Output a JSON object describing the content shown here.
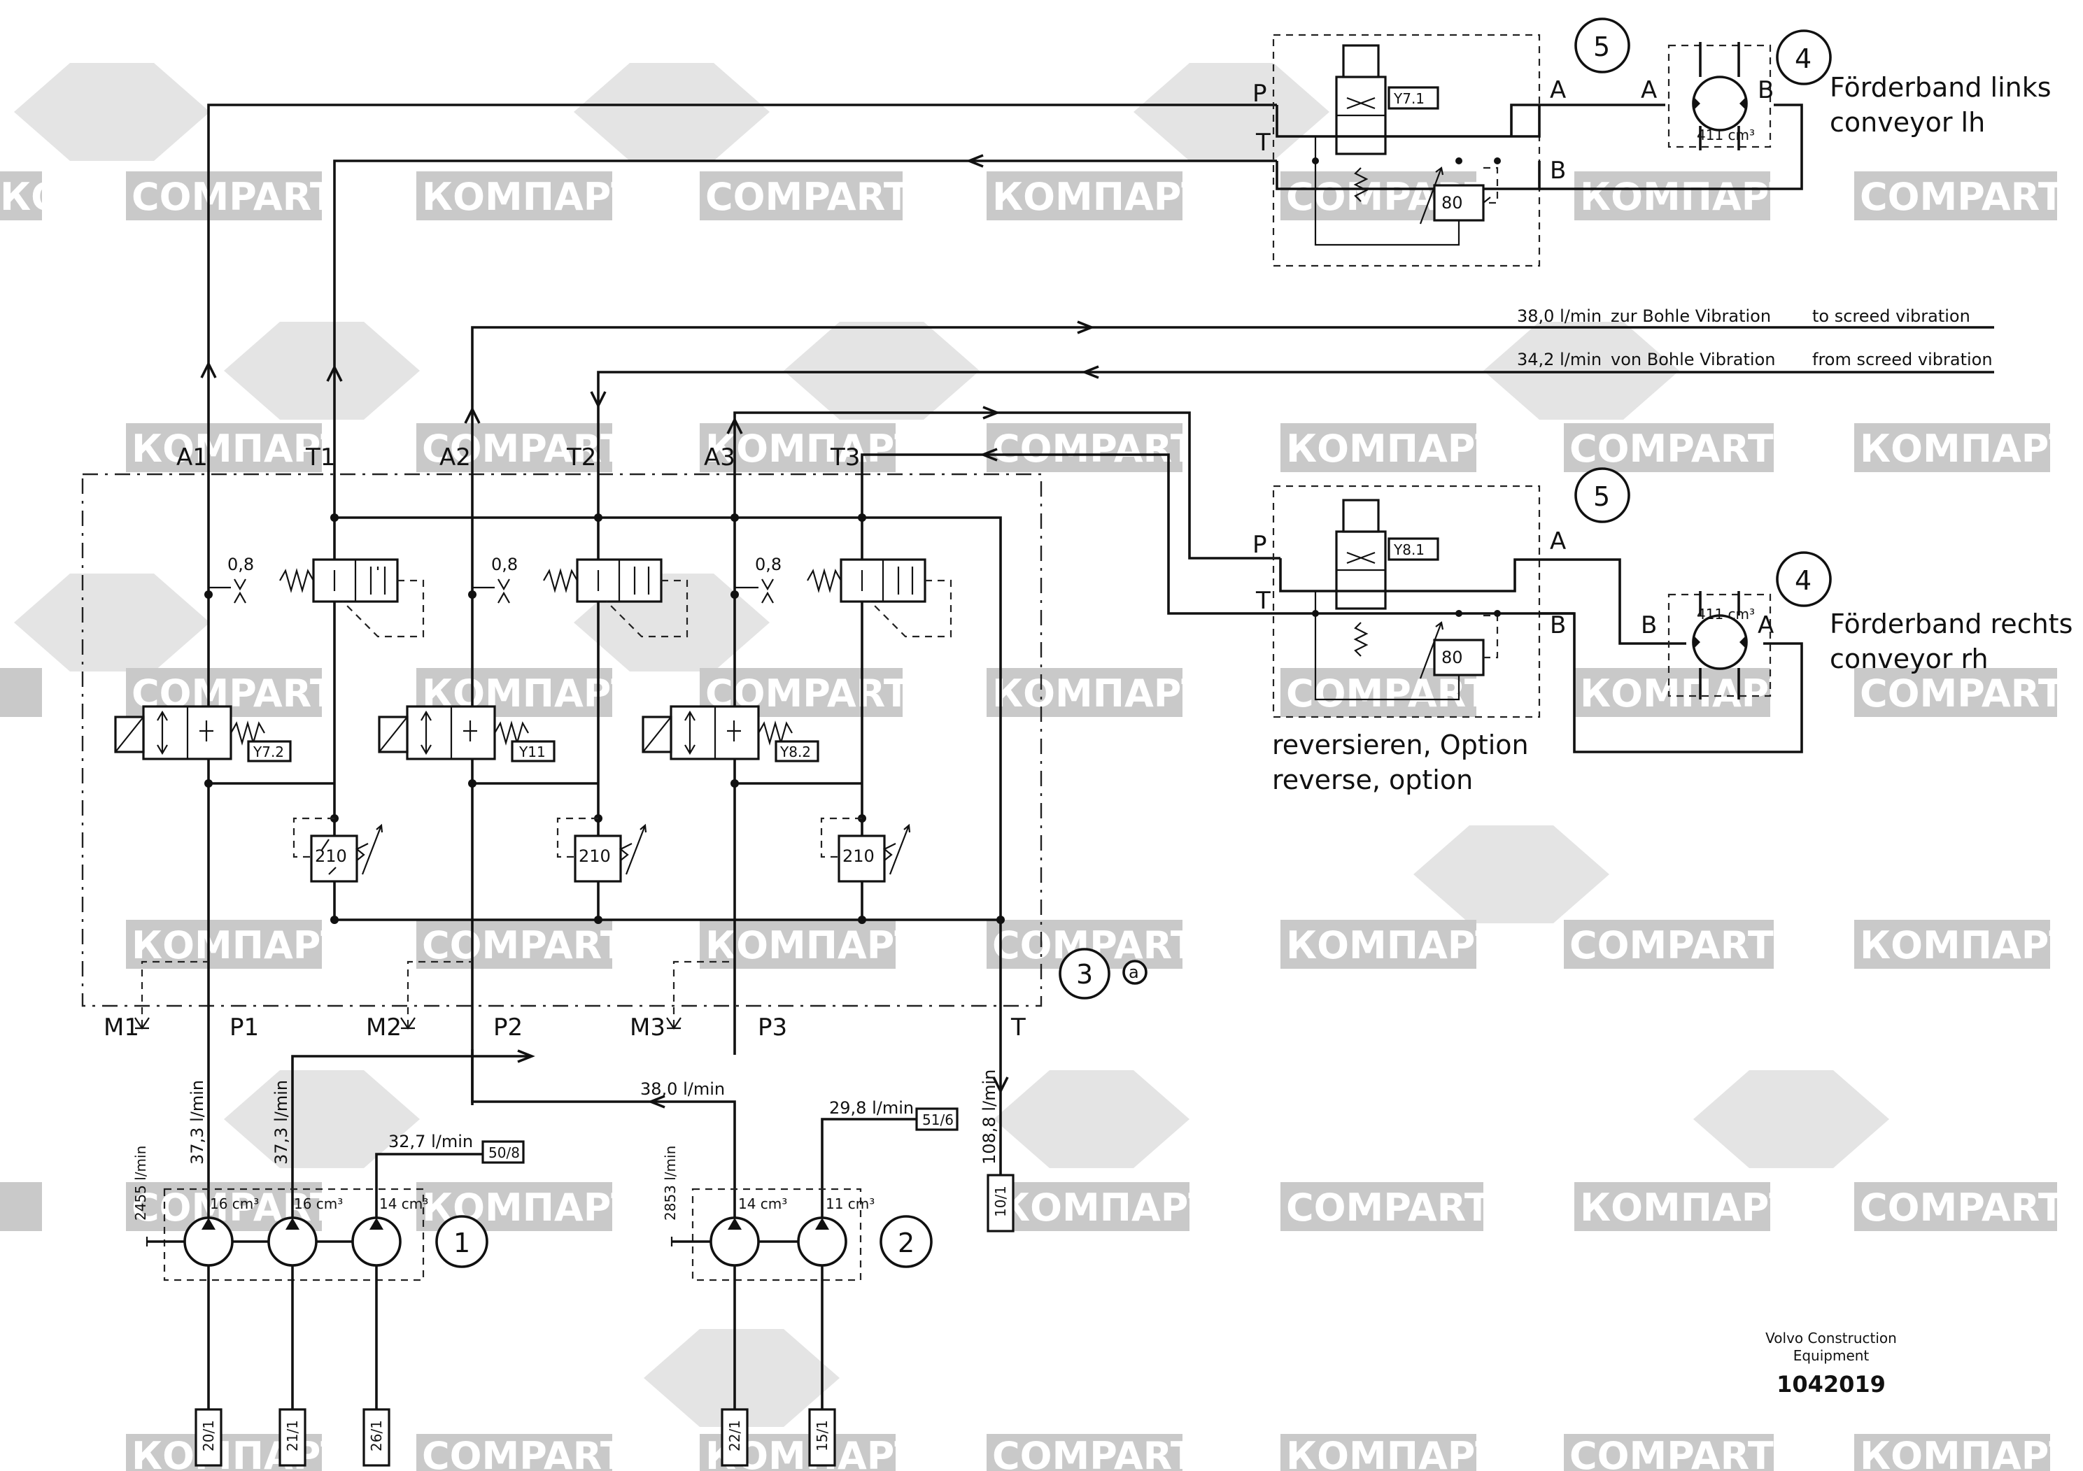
{
  "watermarks": [
    "КОМПАРТ",
    "COMPART"
  ],
  "ports_block": {
    "top": [
      "A1",
      "T1",
      "A2",
      "T2",
      "A3",
      "T3"
    ],
    "bottom": [
      "M1",
      "P1",
      "M2",
      "P2",
      "M3",
      "P3",
      "T"
    ]
  },
  "valve_tags": [
    "Y7.2",
    "Y11",
    "Y8.2",
    "Y7.1",
    "Y8.1"
  ],
  "relief_values": [
    "210",
    "210",
    "210",
    "80",
    "80"
  ],
  "throttle": "0,8",
  "flows": {
    "screed_out_value": "38,0 l/min",
    "screed_out_de": "zur Bohle Vibration",
    "screed_out_en": "to  screed vibration",
    "screed_in_value": "34,2 l/min",
    "screed_in_de": "von Bohle Vibration",
    "screed_in_en": "from screed vibration",
    "p1": "37,3 l/min",
    "p2": "37,3 l/min",
    "p3": "32,7 l/min",
    "pump_flow_1": "2455 l/min",
    "pump_flow_2": "2853 l/min",
    "mid": "38,0 l/min",
    "right": "29,8 l/min",
    "tank": "108,8 l/min"
  },
  "refs": {
    "r508": "50/8",
    "r516": "51/6",
    "r101": "10/1",
    "r201": "20/1",
    "r211": "21/1",
    "r261": "26/1",
    "r221": "22/1",
    "r151": "15/1"
  },
  "pump_displacements": [
    "16 cm³",
    "16 cm³",
    "14 cm³",
    "14 cm³",
    "11 cm³"
  ],
  "motor_displacement": "411 cm³",
  "circle_numbers": [
    "1",
    "2",
    "3",
    "4",
    "5"
  ],
  "circle_a": "a",
  "motor_ports": {
    "a": "A",
    "b": "B",
    "p": "P",
    "t": "T"
  },
  "conveyor_lh_de": "Förderband links",
  "conveyor_lh_en": "conveyor lh",
  "conveyor_rh_de": "Förderband rechts",
  "conveyor_rh_en": "conveyor rh",
  "reverse_de": "reversieren, Option",
  "reverse_en": "reverse, option",
  "company_line1": "Volvo Construction",
  "company_line2": "Equipment",
  "doc_number": "1042019"
}
